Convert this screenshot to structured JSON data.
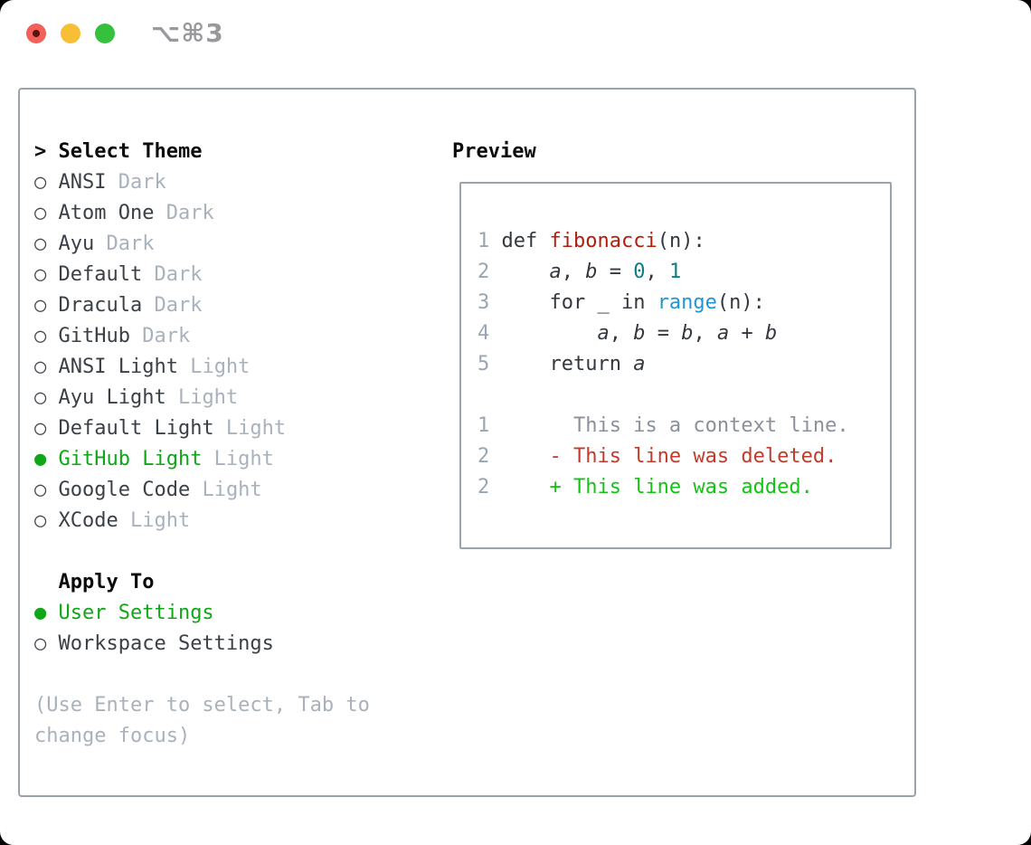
{
  "window": {
    "title": "⌥⌘3",
    "traffic_lights": [
      {
        "name": "close",
        "color": "#f2605a"
      },
      {
        "name": "minimize",
        "color": "#f7bf36"
      },
      {
        "name": "zoom",
        "color": "#35c13e"
      }
    ]
  },
  "colors": {
    "selection_green": "#0fa617",
    "added_green": "#16c216",
    "deleted_red": "#c43a2a",
    "function_red": "#b21d10",
    "number_teal": "#0c7d84",
    "builtin_blue": "#1f95d2",
    "tag_gray": "#a9b2bc",
    "line_number_gray": "#9aa5b2",
    "border_gray": "#9aa3ad"
  },
  "theme_list": {
    "header": {
      "marker": ">",
      "label": "Select Theme"
    },
    "items": [
      {
        "marker": "○",
        "name": "ANSI",
        "tag": "Dark",
        "selected": false
      },
      {
        "marker": "○",
        "name": "Atom One",
        "tag": "Dark",
        "selected": false
      },
      {
        "marker": "○",
        "name": "Ayu",
        "tag": "Dark",
        "selected": false
      },
      {
        "marker": "○",
        "name": "Default",
        "tag": "Dark",
        "selected": false
      },
      {
        "marker": "○",
        "name": "Dracula",
        "tag": "Dark",
        "selected": false
      },
      {
        "marker": "○",
        "name": "GitHub",
        "tag": "Dark",
        "selected": false
      },
      {
        "marker": "○",
        "name": "ANSI Light",
        "tag": "Light",
        "selected": false
      },
      {
        "marker": "○",
        "name": "Ayu Light",
        "tag": "Light",
        "selected": false
      },
      {
        "marker": "○",
        "name": "Default Light",
        "tag": "Light",
        "selected": false
      },
      {
        "marker": "●",
        "name": "GitHub Light",
        "tag": "Light",
        "selected": true
      },
      {
        "marker": "○",
        "name": "Google Code",
        "tag": "Light",
        "selected": false
      },
      {
        "marker": "○",
        "name": "XCode",
        "tag": "Light",
        "selected": false
      }
    ]
  },
  "apply_to": {
    "header": "Apply To",
    "items": [
      {
        "marker": "●",
        "name": "User Settings",
        "selected": true
      },
      {
        "marker": "○",
        "name": "Workspace Settings",
        "selected": false
      }
    ]
  },
  "hint": {
    "lines": [
      "(Use Enter to select, Tab to",
      "change focus)"
    ]
  },
  "preview": {
    "header": "Preview",
    "code_lines": [
      {
        "segments": [
          {
            "t": "1 ",
            "c": "num"
          },
          {
            "t": "def ",
            "c": "plain"
          },
          {
            "t": "fibonacci",
            "c": "fn"
          },
          {
            "t": "(n):",
            "c": "plain"
          }
        ]
      },
      {
        "segments": [
          {
            "t": "2 ",
            "c": "num"
          },
          {
            "t": "    ",
            "c": "plain"
          },
          {
            "t": "a",
            "c": "var"
          },
          {
            "t": ", ",
            "c": "plain"
          },
          {
            "t": "b",
            "c": "var"
          },
          {
            "t": " = ",
            "c": "plain"
          },
          {
            "t": "0",
            "c": "lit"
          },
          {
            "t": ", ",
            "c": "plain"
          },
          {
            "t": "1",
            "c": "lit"
          }
        ]
      },
      {
        "segments": [
          {
            "t": "3 ",
            "c": "num"
          },
          {
            "t": "    for _ in ",
            "c": "plain"
          },
          {
            "t": "range",
            "c": "blt"
          },
          {
            "t": "(n):",
            "c": "plain"
          }
        ]
      },
      {
        "segments": [
          {
            "t": "4 ",
            "c": "num"
          },
          {
            "t": "        ",
            "c": "plain"
          },
          {
            "t": "a",
            "c": "var"
          },
          {
            "t": ", ",
            "c": "plain"
          },
          {
            "t": "b",
            "c": "var"
          },
          {
            "t": " = ",
            "c": "plain"
          },
          {
            "t": "b",
            "c": "var"
          },
          {
            "t": ", ",
            "c": "plain"
          },
          {
            "t": "a",
            "c": "var"
          },
          {
            "t": " + ",
            "c": "plain"
          },
          {
            "t": "b",
            "c": "var"
          }
        ]
      },
      {
        "segments": [
          {
            "t": "5 ",
            "c": "num"
          },
          {
            "t": "    return ",
            "c": "plain"
          },
          {
            "t": "a",
            "c": "var"
          }
        ]
      },
      {
        "segments": []
      },
      {
        "segments": [
          {
            "t": "1 ",
            "c": "num"
          },
          {
            "t": "      This is a context line.",
            "c": "ctx"
          }
        ]
      },
      {
        "segments": [
          {
            "t": "2 ",
            "c": "num"
          },
          {
            "t": "    - This line was deleted.",
            "c": "del"
          }
        ]
      },
      {
        "segments": [
          {
            "t": "2 ",
            "c": "num"
          },
          {
            "t": "    + This line was added.",
            "c": "add"
          }
        ]
      }
    ]
  }
}
